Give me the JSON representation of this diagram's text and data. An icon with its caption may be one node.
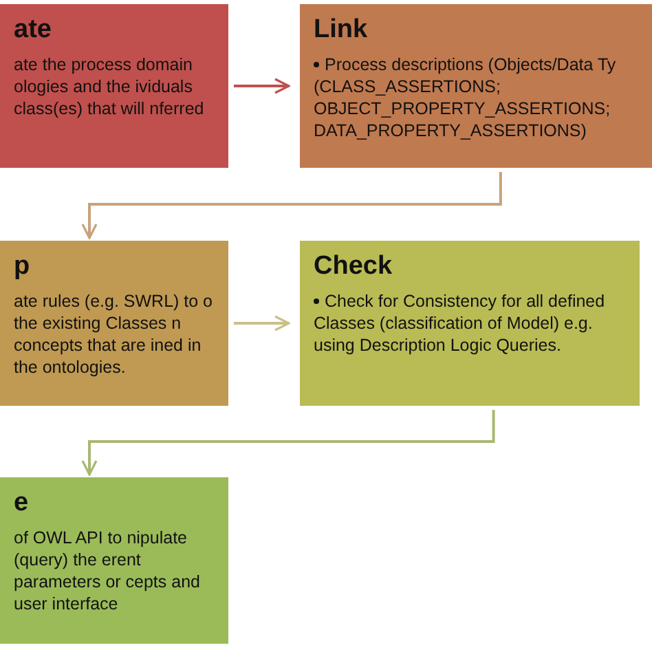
{
  "diagram": {
    "nodes": [
      {
        "text": [
          "ate",
          "ate the process domain ologies and the ividuals class(es) that will nferred"
        ]
      },
      {
        "text": [
          "Link",
          "Process descriptions (Objects/Data Ty (CLASS_ASSERTIONS; OBJECT_PROPERTY_ASSERTIONS; DATA_PROPERTY_ASSERTIONS)"
        ]
      },
      {
        "text": [
          "p",
          "ate rules (e.g. SWRL) to o the existing Classes n concepts that are ined in the ontologies."
        ]
      },
      {
        "text": [
          "Check",
          "Check for Consistency for all defined Classes (classification of Model) e.g. using Description Logic Queries."
        ]
      },
      {
        "text": [
          "e",
          "of OWL API to nipulate (query) the erent parameters or cepts and user interface"
        ]
      }
    ],
    "edges": [
      {
        "from": 0,
        "to": 1,
        "arrow": "to",
        "color": "#c0504d"
      },
      {
        "from": 1,
        "to": 2,
        "arrow": "to",
        "color": "#c9a27a"
      },
      {
        "from": 2,
        "to": 3,
        "arrow": "to",
        "color": "#c9c08a"
      },
      {
        "from": 3,
        "to": 4,
        "arrow": "to",
        "color": "#a8b870"
      }
    ]
  }
}
